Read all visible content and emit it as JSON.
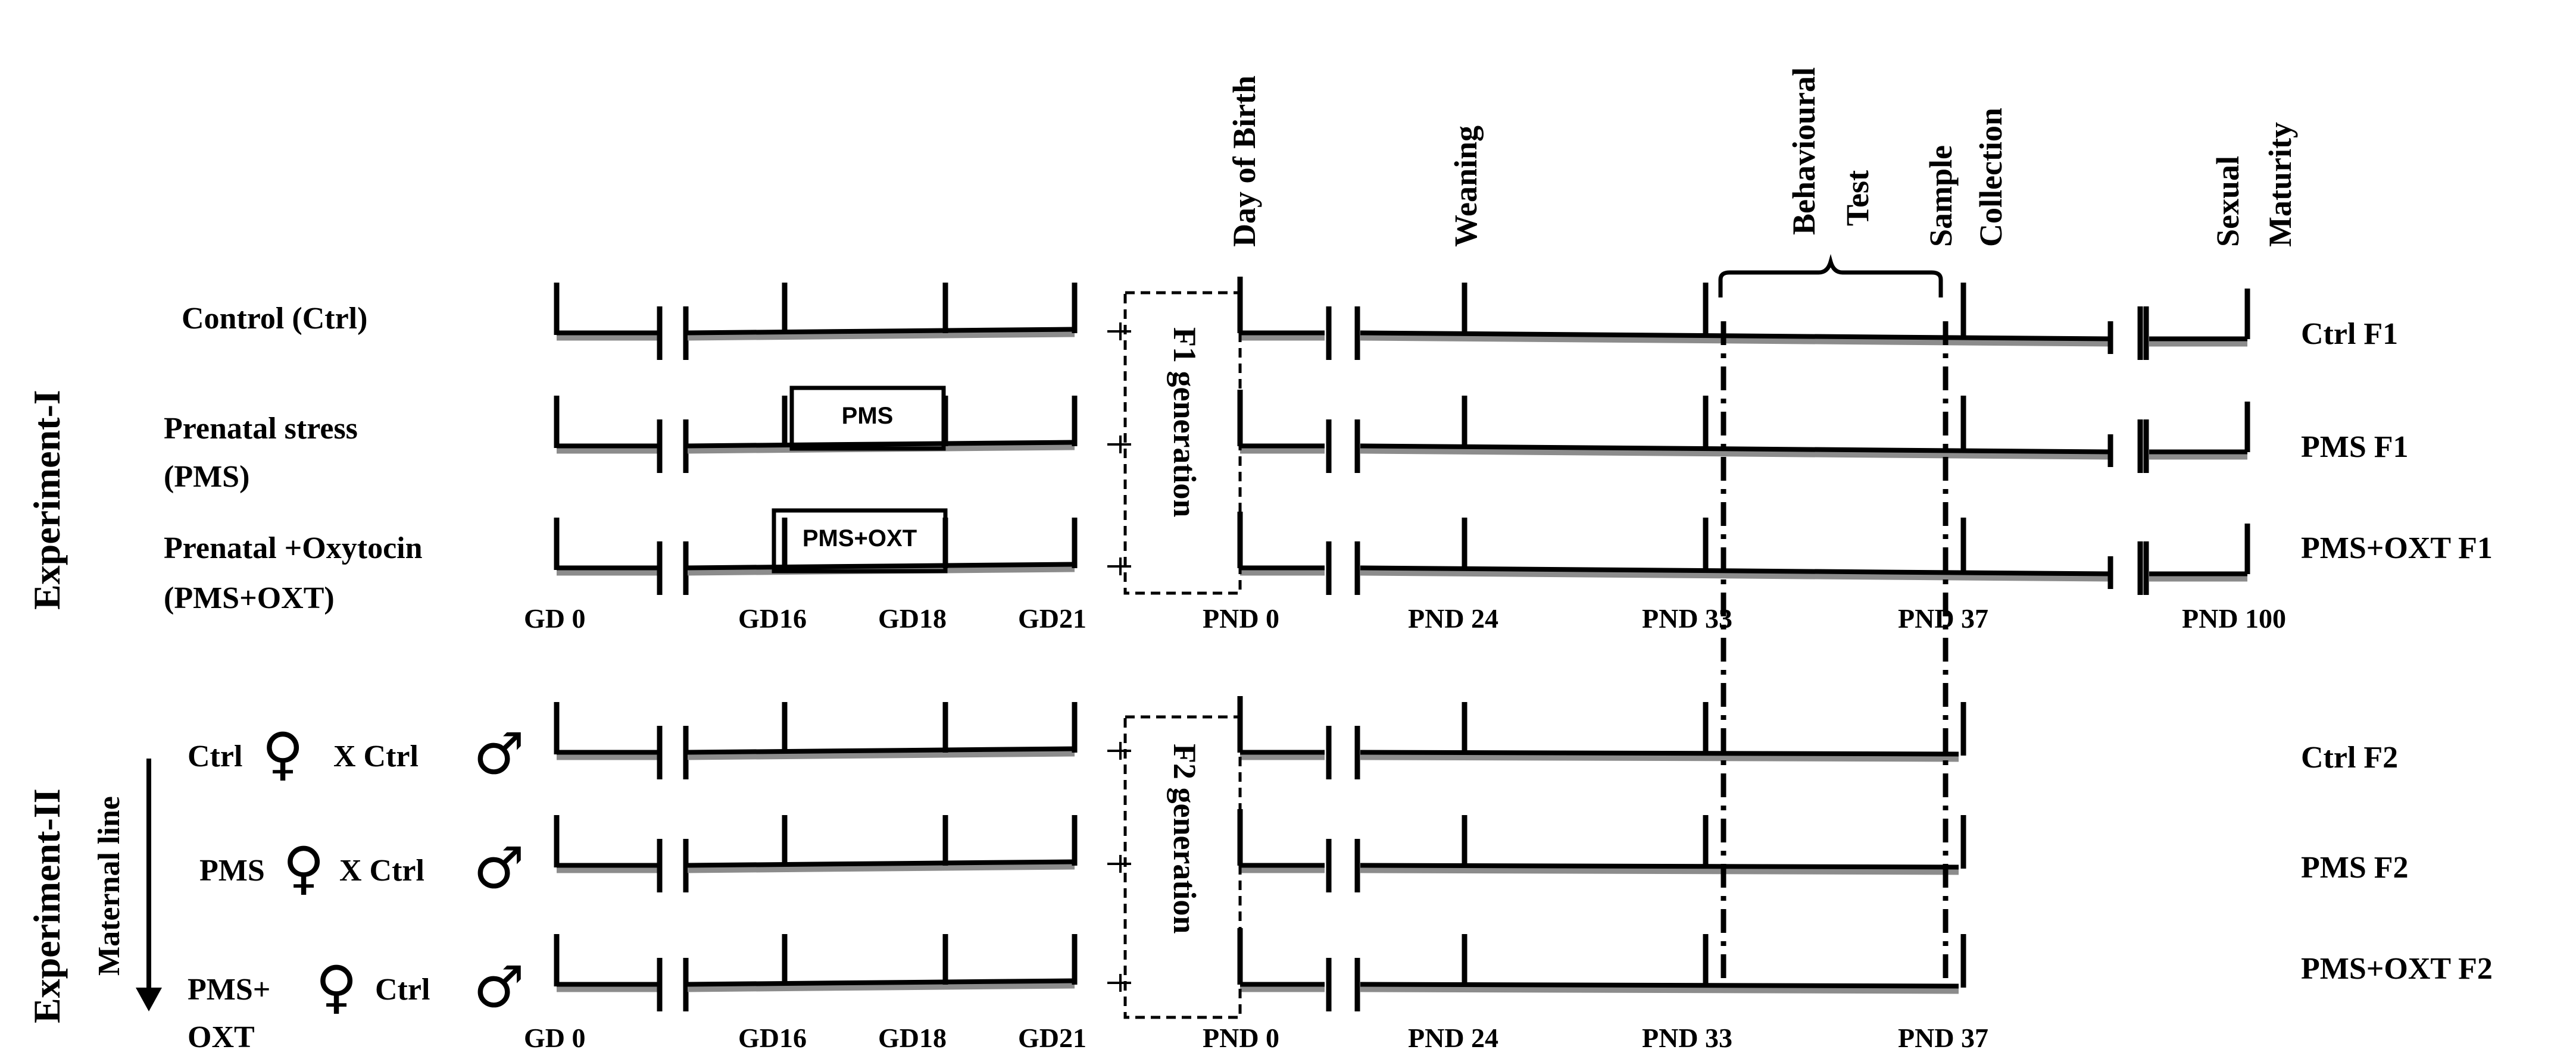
{
  "experiments": [
    {
      "title": "Experiment-I",
      "rows": [
        {
          "label_lines": [
            "Control (Ctrl)"
          ],
          "right_label": "Ctrl F1"
        },
        {
          "label_lines": [
            "Prenatal stress",
            "(PMS)"
          ],
          "right_label": "PMS  F1"
        },
        {
          "label_lines": [
            "Prenatal +Oxytocin",
            "(PMS+OXT)"
          ],
          "right_label": "PMS+OXT  F1"
        }
      ],
      "boxes": [
        "PMS",
        "PMS+OXT"
      ],
      "generation_label": "F1 generation",
      "tick_labels": [
        "GD 0",
        "GD16",
        "GD18",
        "GD21",
        "PND 0",
        "PND 24",
        "PND 33",
        "PND 37",
        "PND 100"
      ]
    },
    {
      "title": "Experiment-II",
      "side_label": "Maternal line",
      "rows": [
        {
          "parts": [
            "Ctrl",
            "♀",
            "X Ctrl",
            "♂"
          ],
          "right_label": "Ctrl F2"
        },
        {
          "parts": [
            "PMS",
            "♀",
            "X Ctrl",
            "♂"
          ],
          "right_label": "PMS  F2"
        },
        {
          "parts": [
            "PMS+",
            "OXT",
            "♀",
            "Ctrl",
            "♂"
          ],
          "right_label": "PMS+OXT  F2"
        }
      ],
      "generation_label": "F2 generation",
      "tick_labels": [
        "GD 0",
        "GD16",
        "GD18",
        "GD21",
        "PND 0",
        "PND 24",
        "PND 33",
        "PND 37"
      ]
    }
  ],
  "timepoints": [
    "Day of Birth",
    "Weaning",
    "Behavioural",
    "Test",
    "Sample",
    "Collection",
    "Sexual",
    "Maturity"
  ]
}
